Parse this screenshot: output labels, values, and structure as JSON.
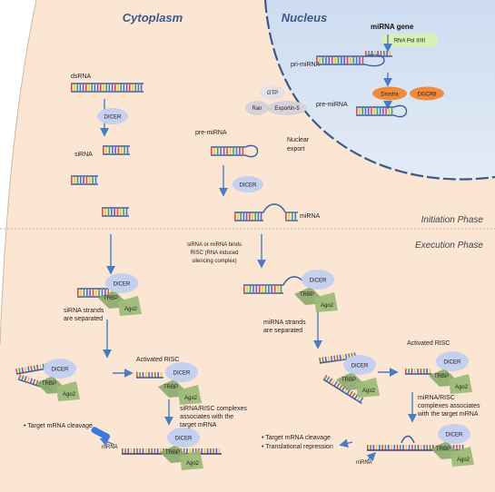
{
  "regions": {
    "cytoplasm": "Cytoplasm",
    "nucleus": "Nucleus"
  },
  "phases": {
    "initiation": "Initiation Phase",
    "execution": "Execution Phase"
  },
  "nucleus": {
    "mirna_gene": "miRNA gene",
    "rna_pol": "RNA Pol II/III",
    "pri_mirna": "pri-miRNA",
    "drosha": "Drosha",
    "dgcr8": "DGCR8",
    "pre_mirna": "pre-miRNA"
  },
  "export": {
    "gtp": "GTP",
    "ran": "Ran",
    "exportin": "Exportin-5",
    "nuclear_export": [
      "Nuclear",
      "export"
    ]
  },
  "left": {
    "dsrna": "dsRNA",
    "dicer": "DICER",
    "sirna": "siRNA",
    "strands_separated": [
      "siRNA strands",
      "are separated"
    ],
    "activated_risc": "Activated RISC",
    "complex_assoc": [
      "siRNA/RISC complexes",
      "associates with the",
      "target mRNA"
    ],
    "outcome": [
      "• Target mRNA cleavage"
    ],
    "mrna": "mRNA"
  },
  "middle": {
    "pre_mirna": "pre-miRNA",
    "dicer": "DICER",
    "mirna": "miRNA",
    "risc_note": [
      "siRNA or miRNA binds",
      "RISC (RNA induced",
      "silencing complex)"
    ]
  },
  "right": {
    "strands_separated": [
      "miRNA strands",
      "are separated"
    ],
    "activated_risc": "Activated RISC",
    "complex_assoc": [
      "miRNA/RISC",
      "complexes associates",
      "with the target mRNA"
    ],
    "outcome": [
      "• Target mRNA cleavage",
      "• Translational repression"
    ],
    "mrna": "mRNA"
  },
  "complex_labels": {
    "dicer": "DICER",
    "trbp": "TRBP",
    "ago2": "Ago2"
  },
  "colors": {
    "cytoplasm": "#fbe6d4",
    "nucleus": "#d6e2f2",
    "arrow": "#4a7cc4",
    "dicer": "#c5cff0",
    "trbp_ago2": "#8aa86a",
    "drosha": "#f08a3c",
    "rna_pol": "#d8f0b8",
    "rna_bases": [
      "#e84a3a",
      "#f2c12e",
      "#3aa857",
      "#3a7ad8",
      "#8a4ad0"
    ]
  }
}
